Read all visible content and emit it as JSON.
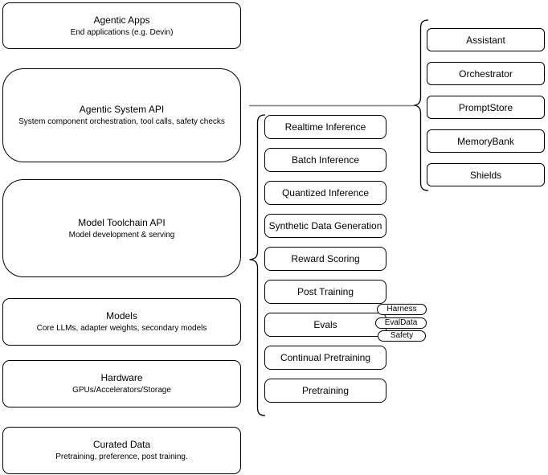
{
  "colors": {
    "stroke": "#000000",
    "fill": "#ffffff",
    "connector": "#7f7f7f",
    "text": "#000000"
  },
  "stack_nodes": [
    {
      "title": "Agentic Apps",
      "subtitle": "End applications (e.g. Devin)"
    },
    {
      "title": "Agentic System API",
      "subtitle": "System component orchestration, tool calls, safety checks"
    },
    {
      "title": "Model Toolchain API",
      "subtitle": "Model development & serving"
    },
    {
      "title": "Models",
      "subtitle": "Core LLMs, adapter weights, secondary models"
    },
    {
      "title": "Hardware",
      "subtitle": "GPUs/Accelerators/Storage"
    },
    {
      "title": "Curated Data",
      "subtitle": "Pretraining, preference, post training."
    }
  ],
  "toolchain_components": [
    "Realtime Inference",
    "Batch Inference",
    "Quantized Inference",
    "Synthetic Data Generation",
    "Reward Scoring",
    "Post Training",
    "Evals",
    "Continual Pretraining",
    "Pretraining"
  ],
  "evals_subcomponents": [
    "Harness",
    "EvalData",
    "Safety"
  ],
  "system_components": [
    "Assistant",
    "Orchestrator",
    "PromptStore",
    "MemoryBank",
    "Shields"
  ]
}
